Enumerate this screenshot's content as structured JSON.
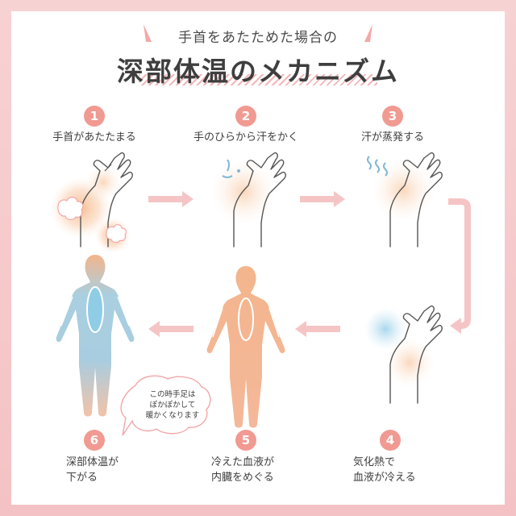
{
  "header": {
    "subtitle": "手首をあたためた場合の",
    "title": "深部体温のメカニズム"
  },
  "steps": [
    {
      "number": "1",
      "label": "手首があたたまる"
    },
    {
      "number": "2",
      "label": "手のひらから汗をかく"
    },
    {
      "number": "3",
      "label": "汗が蒸発する"
    },
    {
      "number": "4",
      "label_line1": "気化熱で",
      "label_line2": "血液が冷える"
    },
    {
      "number": "5",
      "label_line1": "冷えた血液が",
      "label_line2": "内臓をめぐる"
    },
    {
      "number": "6",
      "label_line1": "深部体温が",
      "label_line2": "下がる"
    }
  ],
  "bubble": {
    "line1": "この時手足は",
    "line2": "ぽかぽかして",
    "line3": "暖かくなります"
  },
  "colors": {
    "accent": "#f19a92",
    "arrow": "#f5c5c6",
    "body_warm": "#f0a88a",
    "body_cool": "#8ccbe4",
    "warm_glow": "#f7c9a5",
    "frame": "#f4c2c4"
  }
}
